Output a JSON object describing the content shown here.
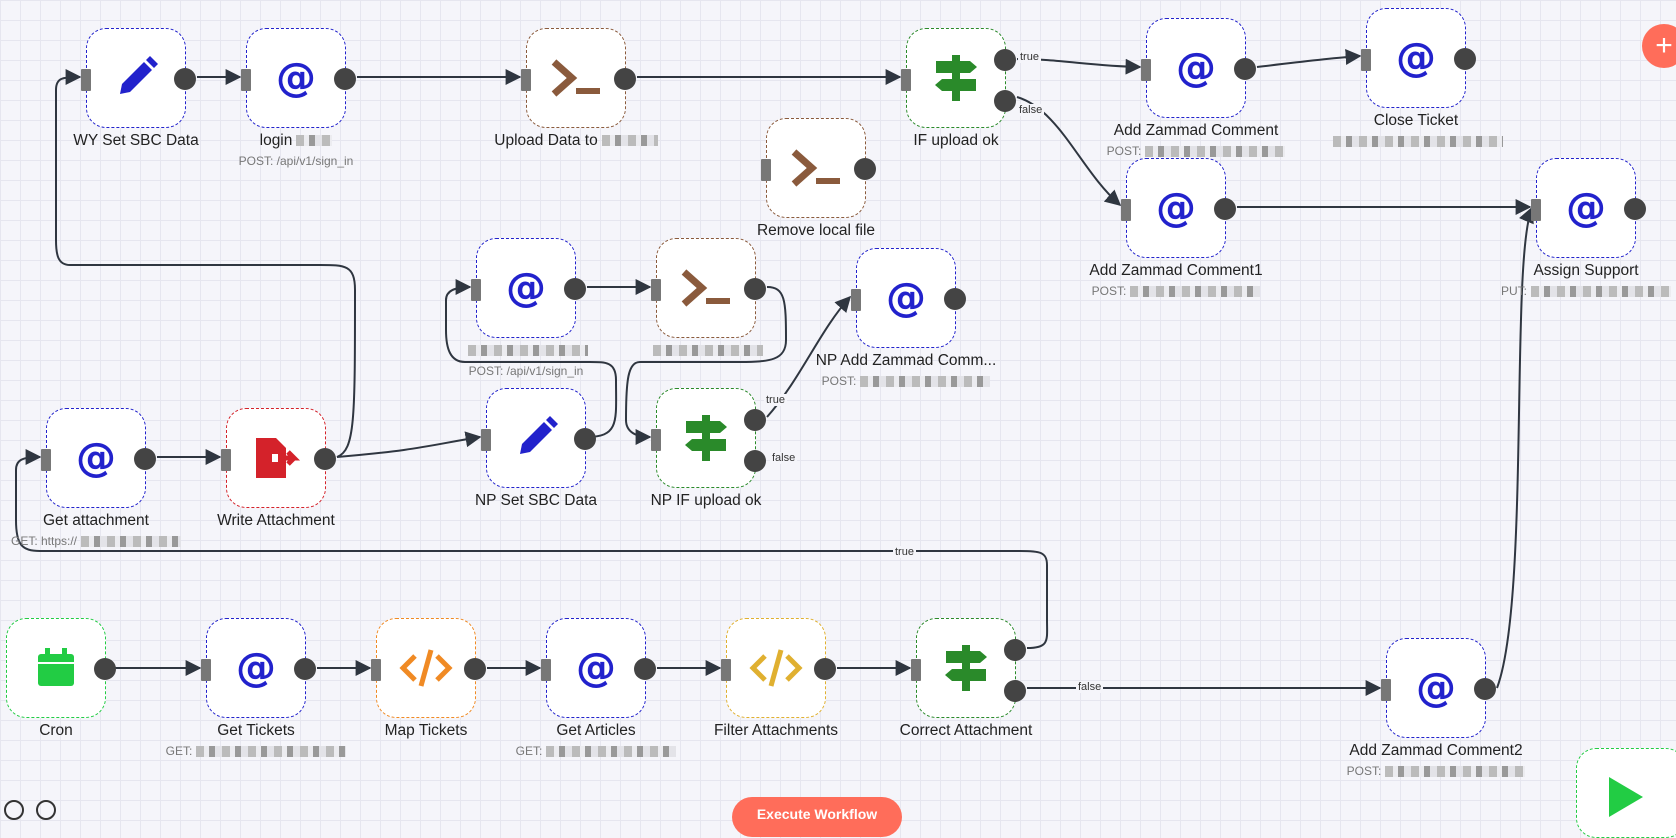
{
  "nodes": [
    {
      "key": "wy-set",
      "name": "WY Set SBC Data",
      "sub": "",
      "blur": 0,
      "icon": "pencil-icon",
      "border": "#2222cc",
      "outs": 1
    },
    {
      "key": "login",
      "name": "login",
      "sub": "POST: /api/v1/sign_in",
      "blur": 0,
      "nameBlur": 36,
      "icon": "at-icon",
      "border": "#2222cc",
      "outs": 1
    },
    {
      "key": "upload",
      "name": "Upload Data to",
      "sub": "",
      "blur": 0,
      "nameBlur": 56,
      "icon": "terminal-icon",
      "border": "#8a5a3c",
      "outs": 1
    },
    {
      "key": "if-upload",
      "name": "IF upload ok",
      "sub": "",
      "blur": 0,
      "icon": "signpost-icon",
      "border": "#2a8a2a",
      "outs": 2
    },
    {
      "key": "add-comment",
      "name": "Add Zammad Comment",
      "sub": "POST:",
      "blur": 140,
      "icon": "at-icon",
      "border": "#2222cc",
      "outs": 1
    },
    {
      "key": "close-ticket",
      "name": "Close Ticket",
      "sub": "",
      "blur": 170,
      "icon": "at-icon",
      "border": "#2222cc",
      "outs": 1
    },
    {
      "key": "remove-file",
      "name": "Remove local file",
      "sub": "",
      "blur": 0,
      "icon": "terminal-icon",
      "border": "#8a5a3c",
      "outs": 1
    },
    {
      "key": "add-comment1",
      "name": "Add Zammad Comment1",
      "sub": "POST:",
      "blur": 130,
      "icon": "at-icon",
      "border": "#2222cc",
      "outs": 1
    },
    {
      "key": "assign-support",
      "name": "Assign Support",
      "sub": "PUT:",
      "blur": 140,
      "icon": "at-icon",
      "border": "#2222cc",
      "outs": 1
    },
    {
      "key": "np-login",
      "name": "",
      "sub": "POST: /api/v1/sign_in",
      "blur": 0,
      "nameBlur": 120,
      "icon": "at-icon",
      "border": "#2222cc",
      "outs": 1
    },
    {
      "key": "np-upload",
      "name": "",
      "sub": "",
      "blur": 0,
      "nameBlur": 110,
      "icon": "terminal-icon",
      "border": "#8a5a3c",
      "outs": 1
    },
    {
      "key": "np-add-comment",
      "name": "NP Add Zammad Comm...",
      "sub": "POST:",
      "blur": 130,
      "icon": "at-icon",
      "border": "#2222cc",
      "outs": 1
    },
    {
      "key": "get-attachment",
      "name": "Get attachment",
      "sub": "GET: https://",
      "blur": 100,
      "icon": "at-icon",
      "border": "#2222cc",
      "outs": 1
    },
    {
      "key": "write-attachment",
      "name": "Write Attachment",
      "sub": "",
      "blur": 0,
      "icon": "file-export-icon",
      "border": "#d4222a",
      "outs": 1
    },
    {
      "key": "np-set",
      "name": "NP Set SBC Data",
      "sub": "",
      "blur": 0,
      "icon": "pencil-icon",
      "border": "#2222cc",
      "outs": 1
    },
    {
      "key": "np-if",
      "name": "NP IF upload ok",
      "sub": "",
      "blur": 0,
      "icon": "signpost-icon",
      "border": "#2a8a2a",
      "outs": 2
    },
    {
      "key": "cron",
      "name": "Cron",
      "sub": "",
      "blur": 0,
      "icon": "calendar-icon",
      "border": "#22cc44",
      "outs": 1,
      "noIn": true
    },
    {
      "key": "get-tickets",
      "name": "Get Tickets",
      "sub": "GET:",
      "blur": 150,
      "icon": "at-icon",
      "border": "#2222cc",
      "outs": 1
    },
    {
      "key": "map-tickets",
      "name": "Map Tickets",
      "sub": "",
      "blur": 0,
      "icon": "code-icon",
      "border": "#f08a24",
      "outs": 1
    },
    {
      "key": "get-articles",
      "name": "Get Articles",
      "sub": "GET:",
      "blur": 130,
      "icon": "at-icon",
      "border": "#2222cc",
      "outs": 1
    },
    {
      "key": "filter-attachments",
      "name": "Filter Attachments",
      "sub": "",
      "blur": 0,
      "icon": "code-icon",
      "border": "#e0b030",
      "outs": 1
    },
    {
      "key": "correct-attachment",
      "name": "Correct Attachment",
      "sub": "",
      "blur": 0,
      "icon": "signpost-icon",
      "border": "#2a8a2a",
      "outs": 2
    },
    {
      "key": "add-comment2",
      "name": "Add Zammad Comment2",
      "sub": "POST:",
      "blur": 140,
      "icon": "at-icon",
      "border": "#2222cc",
      "outs": 1
    }
  ],
  "edge_labels": {
    "t1": "true",
    "f1": "false",
    "t2": "true",
    "f2": "false",
    "t3": "true",
    "f3": "false"
  },
  "controls": {
    "execute_label": "Execute Workflow",
    "add_icon": "plus-icon",
    "zoom_in_icon": "zoom-in-icon",
    "zoom_out_icon": "zoom-out-icon",
    "run_icon": "play-icon"
  },
  "colors": {
    "http": "#2222cc",
    "exec": "#8a5a3c",
    "if": "#2a8a2a",
    "write": "#d4222a",
    "cron": "#22cc44",
    "map": "#f08a24",
    "filter": "#e0b030",
    "accent": "#ff6d5a"
  }
}
